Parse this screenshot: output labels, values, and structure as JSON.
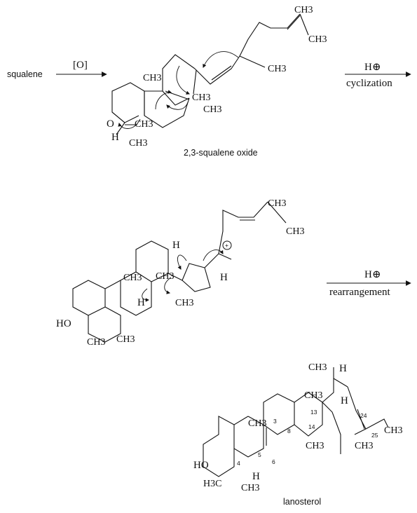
{
  "squalene": {
    "label": "squalene",
    "reagent": "[O]"
  },
  "epoxide": {
    "caption": "2,3-squalene oxide",
    "ch3_top": "CH3",
    "ch3_upper_right": "CH3",
    "ch3_mid_a": "CH3",
    "ch3_mid_b": "CH3",
    "ch3_lower_a": "CH3",
    "ch3_lower_b": "CH3",
    "ch3_bottom": "CH3",
    "oxygen": "O",
    "hydrogen": "H"
  },
  "step1": {
    "reagent": "H⊕",
    "condition": "cyclization"
  },
  "cation": {
    "ch3_top": "CH3",
    "ch3_right": "CH3",
    "ch3_a": "CH3",
    "ch3_b": "CH3",
    "ch3_c": "CH3",
    "ch3_bottom_a": "CH3",
    "ch3_bottom_b": "CH3",
    "ho": "HO",
    "h_top": "H",
    "h_mid": "H",
    "h_right": "H",
    "charge": "+"
  },
  "step2": {
    "reagent": "H⊕",
    "condition": "rearrangement"
  },
  "lanosterol": {
    "caption": "lanosterol",
    "ch3_top": "CH3",
    "ch3_right": "CH3",
    "ch3_side": "CH3",
    "ch3_a": "CH3",
    "ch3_b": "CH3",
    "ch3_c": "CH3",
    "ch3_bottom_a": "H3C",
    "ch3_bottom_b": "CH3",
    "ho": "HO",
    "h_top": "H",
    "h_mid": "H",
    "h_ring": "H",
    "numbers": [
      "3",
      "13",
      "24",
      "8",
      "14",
      "25",
      "5",
      "6",
      "4"
    ]
  }
}
